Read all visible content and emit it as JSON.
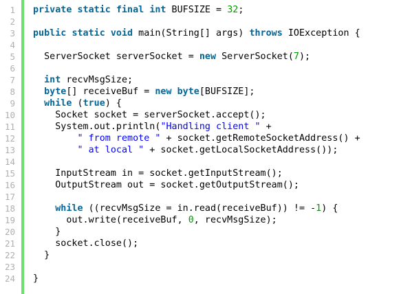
{
  "editor": {
    "accent_color": "#6ce26c",
    "keyword_color": "#006699",
    "string_color": "#0000ff",
    "number_color": "#009900",
    "lines": [
      {
        "n": "1",
        "tokens": [
          {
            "t": "private",
            "c": "kw"
          },
          {
            "t": " "
          },
          {
            "t": "static",
            "c": "kw"
          },
          {
            "t": " "
          },
          {
            "t": "final",
            "c": "kw"
          },
          {
            "t": " "
          },
          {
            "t": "int",
            "c": "kw"
          },
          {
            "t": " BUFSIZE = "
          },
          {
            "t": "32",
            "c": "num"
          },
          {
            "t": ";"
          }
        ]
      },
      {
        "n": "2",
        "tokens": []
      },
      {
        "n": "3",
        "tokens": [
          {
            "t": "public",
            "c": "kw"
          },
          {
            "t": " "
          },
          {
            "t": "static",
            "c": "kw"
          },
          {
            "t": " "
          },
          {
            "t": "void",
            "c": "kw"
          },
          {
            "t": " main(String[] args) "
          },
          {
            "t": "throws",
            "c": "kw"
          },
          {
            "t": " IOException {"
          }
        ]
      },
      {
        "n": "4",
        "tokens": []
      },
      {
        "n": "5",
        "tokens": [
          {
            "t": "  ServerSocket serverSocket = "
          },
          {
            "t": "new",
            "c": "kw"
          },
          {
            "t": " ServerSocket("
          },
          {
            "t": "7",
            "c": "num"
          },
          {
            "t": ");"
          }
        ]
      },
      {
        "n": "6",
        "tokens": []
      },
      {
        "n": "7",
        "tokens": [
          {
            "t": "  "
          },
          {
            "t": "int",
            "c": "kw"
          },
          {
            "t": " recvMsgSize;"
          }
        ]
      },
      {
        "n": "8",
        "tokens": [
          {
            "t": "  "
          },
          {
            "t": "byte",
            "c": "kw"
          },
          {
            "t": "[] receiveBuf = "
          },
          {
            "t": "new",
            "c": "kw"
          },
          {
            "t": " "
          },
          {
            "t": "byte",
            "c": "kw"
          },
          {
            "t": "[BUFSIZE];"
          }
        ]
      },
      {
        "n": "9",
        "tokens": [
          {
            "t": "  "
          },
          {
            "t": "while",
            "c": "kw"
          },
          {
            "t": " ("
          },
          {
            "t": "true",
            "c": "kw"
          },
          {
            "t": ") {"
          }
        ]
      },
      {
        "n": "10",
        "tokens": [
          {
            "t": "    Socket socket = serverSocket.accept();"
          }
        ]
      },
      {
        "n": "11",
        "tokens": [
          {
            "t": "    System.out.println("
          },
          {
            "t": "\"Handling client \"",
            "c": "str"
          },
          {
            "t": " +"
          }
        ]
      },
      {
        "n": "12",
        "tokens": [
          {
            "t": "        "
          },
          {
            "t": "\" from remote \"",
            "c": "str"
          },
          {
            "t": " + socket.getRemoteSocketAddress() +"
          }
        ]
      },
      {
        "n": "13",
        "tokens": [
          {
            "t": "        "
          },
          {
            "t": "\" at local \"",
            "c": "str"
          },
          {
            "t": " + socket.getLocalSocketAddress());"
          }
        ]
      },
      {
        "n": "14",
        "tokens": []
      },
      {
        "n": "15",
        "tokens": [
          {
            "t": "    InputStream in = socket.getInputStream();"
          }
        ]
      },
      {
        "n": "16",
        "tokens": [
          {
            "t": "    OutputStream out = socket.getOutputStream();"
          }
        ]
      },
      {
        "n": "17",
        "tokens": []
      },
      {
        "n": "18",
        "tokens": [
          {
            "t": "    "
          },
          {
            "t": "while",
            "c": "kw"
          },
          {
            "t": " ((recvMsgSize = in.read(receiveBuf)) != -"
          },
          {
            "t": "1",
            "c": "num"
          },
          {
            "t": ") {"
          }
        ]
      },
      {
        "n": "19",
        "tokens": [
          {
            "t": "      out.write(receiveBuf, "
          },
          {
            "t": "0",
            "c": "num"
          },
          {
            "t": ", recvMsgSize);"
          }
        ]
      },
      {
        "n": "20",
        "tokens": [
          {
            "t": "    }"
          }
        ]
      },
      {
        "n": "21",
        "tokens": [
          {
            "t": "    socket.close();"
          }
        ]
      },
      {
        "n": "22",
        "tokens": [
          {
            "t": "  }"
          }
        ]
      },
      {
        "n": "23",
        "tokens": []
      },
      {
        "n": "24",
        "tokens": [
          {
            "t": "}"
          }
        ]
      }
    ]
  }
}
